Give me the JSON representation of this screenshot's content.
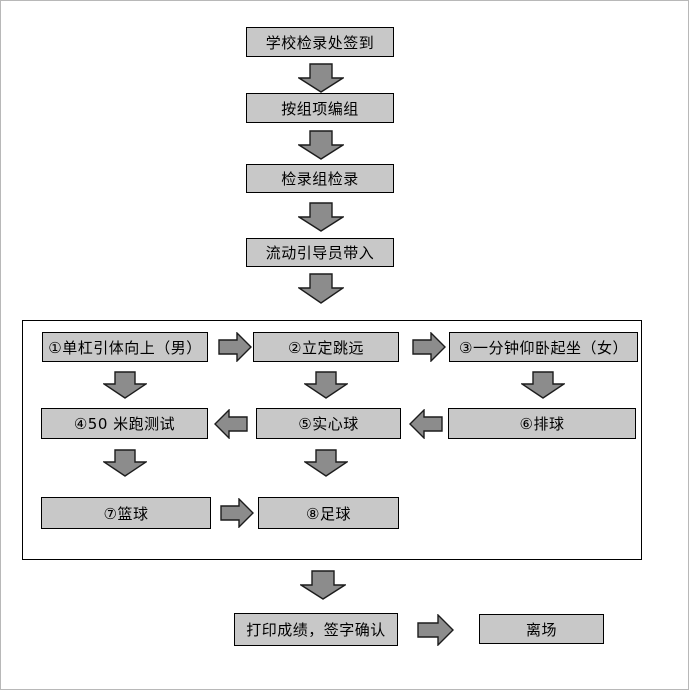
{
  "nodes": {
    "signin": "学校检录处签到",
    "grouping": "按组项编组",
    "rollcall": "检录组检录",
    "guide": "流动引导员带入",
    "station1": "①单杠引体向上（男）",
    "station2": "②立定跳远",
    "station3": "③一分钟仰卧起坐（女）",
    "station4": "④50 米跑测试",
    "station5": "⑤实心球",
    "station6": "⑥排球",
    "station7": "⑦篮球",
    "station8": "⑧足球",
    "print": "打印成绩，签字确认",
    "leave": "离场"
  },
  "colors": {
    "background": "#ffffff",
    "box_fill": "#c8c8c8",
    "arrow_fill": "#8c8c8c",
    "border": "#000000"
  }
}
